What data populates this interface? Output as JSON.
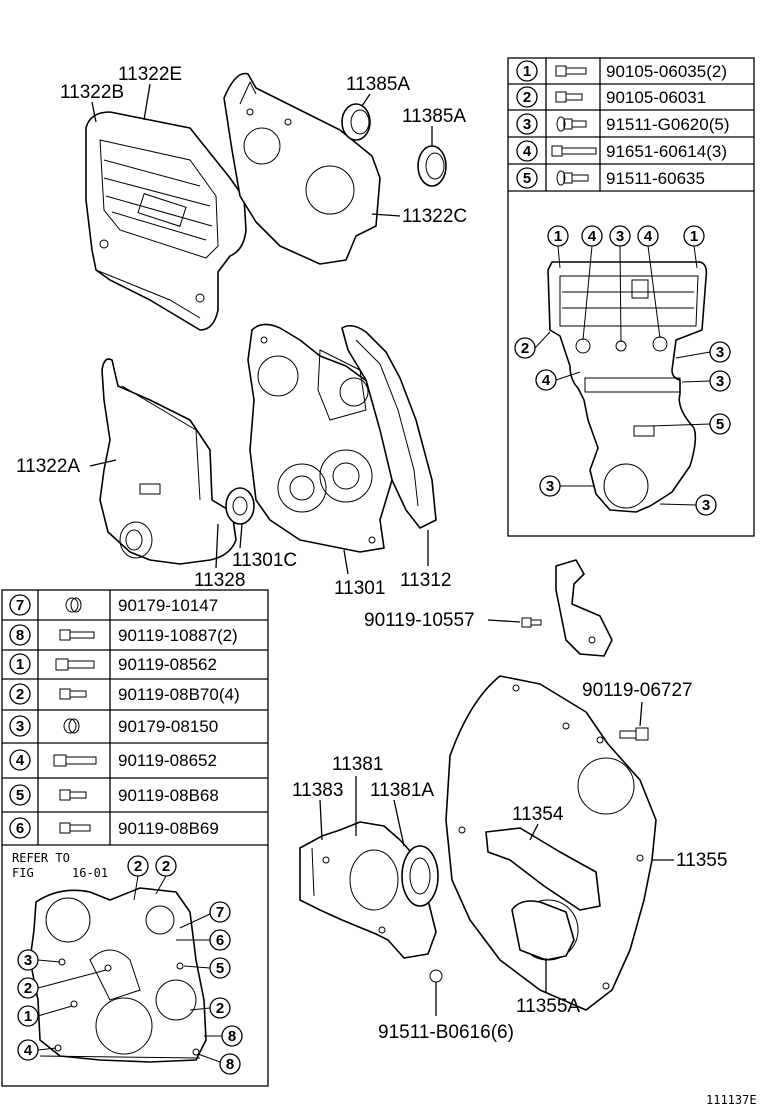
{
  "part_labels": {
    "p11322E": "11322E",
    "p11322B": "11322B",
    "p11385A_1": "11385A",
    "p11385A_2": "11385A",
    "p11322C": "11322C",
    "p11322A": "11322A",
    "p11328": "11328",
    "p11301C": "11301C",
    "p11301": "11301",
    "p11312": "11312",
    "p90119_10557": "90119-10557",
    "p90119_06727": "90119-06727",
    "p11381": "11381",
    "p11383": "11383",
    "p11381A": "11381A",
    "p11354": "11354",
    "p11355": "11355",
    "p11355A": "11355A",
    "p91511_B0616": "91511-B0616(6)"
  },
  "top_table": [
    {
      "num": "1",
      "part": "90105-06035(2)"
    },
    {
      "num": "2",
      "part": "90105-06031"
    },
    {
      "num": "3",
      "part": "91511-G0620(5)"
    },
    {
      "num": "4",
      "part": "91651-60614(3)"
    },
    {
      "num": "5",
      "part": "91511-60635"
    }
  ],
  "left_table": [
    {
      "num": "7",
      "part": "90179-10147"
    },
    {
      "num": "8",
      "part": "90119-10887(2)"
    },
    {
      "num": "1",
      "part": "90119-08562"
    },
    {
      "num": "2",
      "part": "90119-08B70(4)"
    },
    {
      "num": "3",
      "part": "90179-08150"
    },
    {
      "num": "4",
      "part": "90119-08652"
    },
    {
      "num": "5",
      "part": "90119-08B68"
    },
    {
      "num": "6",
      "part": "90119-08B69"
    }
  ],
  "refer_note": {
    "line1": "REFER TO",
    "line2": "FIG",
    "fig": "16-01"
  },
  "inset_top_callouts": [
    "1",
    "4",
    "3",
    "4",
    "1",
    "2",
    "3",
    "4",
    "3",
    "5",
    "3",
    "3"
  ],
  "inset_left_callouts": [
    "2",
    "2",
    "7",
    "6",
    "3",
    "5",
    "2",
    "2",
    "1",
    "8",
    "4",
    "8"
  ],
  "diagram_id": "111137E"
}
